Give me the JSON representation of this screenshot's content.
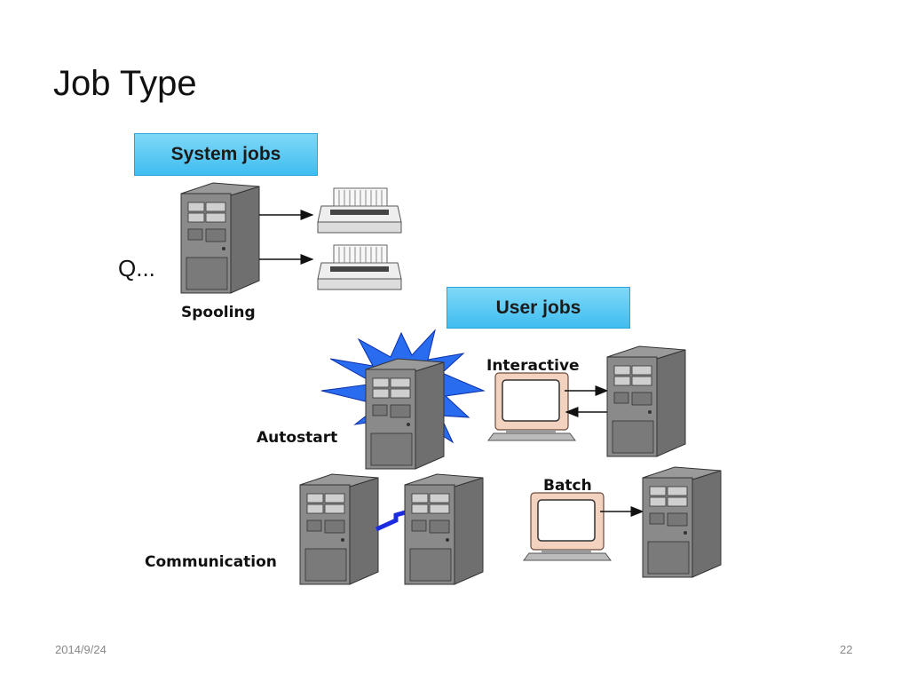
{
  "slide": {
    "title": "Job Type",
    "date": "2014/9/24",
    "page_number": "22"
  },
  "diagram": {
    "system_jobs_label": "System jobs",
    "user_jobs_label": "User jobs",
    "queue_label": "Q...",
    "spooling_label": "Spooling",
    "autostart_label": "Autostart",
    "interactive_label": "Interactive",
    "batch_label": "Batch",
    "communication_label": "Communication"
  },
  "colors": {
    "banner": "#3fbdf0",
    "server": "#7a7a7a",
    "burst": "#1f5fe0",
    "link": "#1a2be0"
  }
}
